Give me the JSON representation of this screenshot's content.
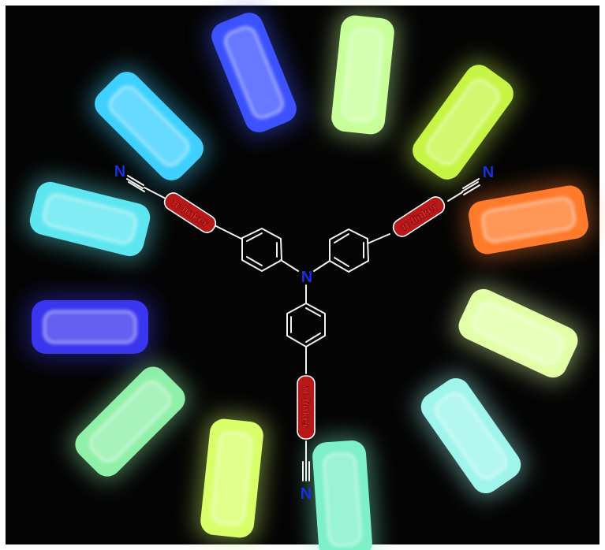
{
  "molecule": {
    "center_atom": "N",
    "terminal_atoms": [
      "N",
      "N",
      "N"
    ],
    "linker_label": "π-linker",
    "colors": {
      "nitrogen": "#1730e0",
      "linker_box_fill": "#b71818",
      "linker_text": "#ff2a2a",
      "bond": "#f2f2f2"
    }
  },
  "vials": [
    {
      "name": "vial-blue-top",
      "color": "#3d52ff"
    },
    {
      "name": "vial-pale-green-top",
      "color": "#c8ff9a"
    },
    {
      "name": "vial-yellow-green",
      "color": "#c6f545"
    },
    {
      "name": "vial-orange",
      "color": "#ff7a2a"
    },
    {
      "name": "vial-pale-yellow-green",
      "color": "#e2ffa8"
    },
    {
      "name": "vial-aqua-right",
      "color": "#9ff5ec"
    },
    {
      "name": "vial-teal-bottom",
      "color": "#7ef0c8"
    },
    {
      "name": "vial-lime-bottom",
      "color": "#d8ff6a"
    },
    {
      "name": "vial-green-left",
      "color": "#90f0a8"
    },
    {
      "name": "vial-indigo-left",
      "color": "#3a35ee"
    },
    {
      "name": "vial-cyan-left",
      "color": "#5ee6f0"
    },
    {
      "name": "vial-sky-blue-top-left",
      "color": "#3fd0ff"
    }
  ]
}
